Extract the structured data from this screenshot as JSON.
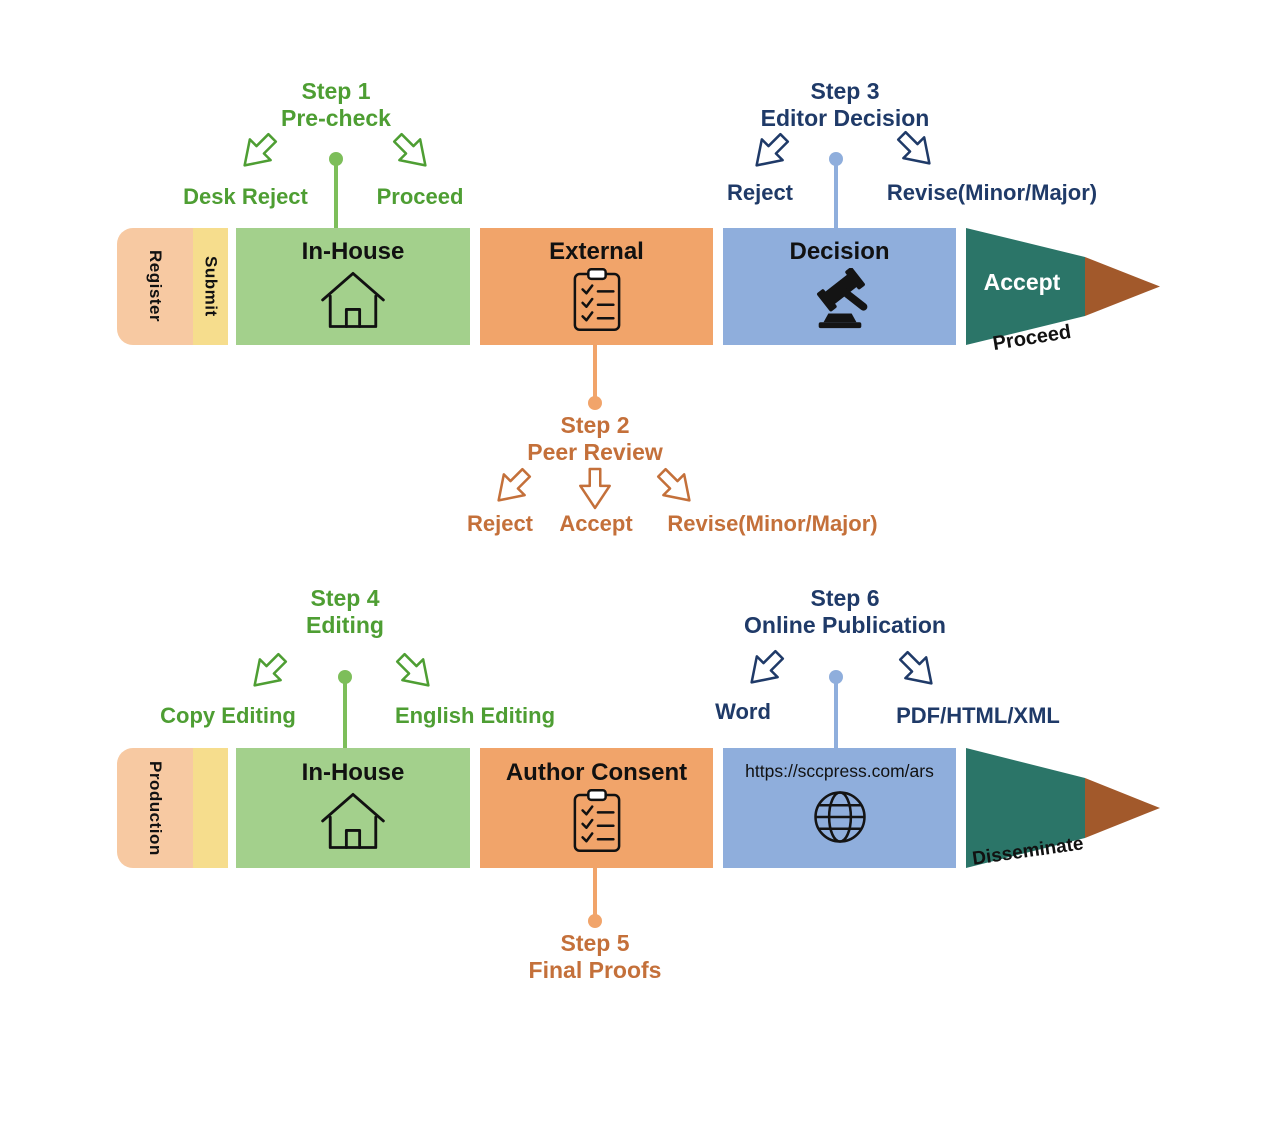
{
  "colors": {
    "peach": "#F7C9A2",
    "yellow": "#F6DD8D",
    "green": "#A3D08C",
    "orange": "#F1A46A",
    "blue": "#8FAEDC",
    "teal": "#2B7568",
    "brown": "#A2592B",
    "green_text": "#4E9E33",
    "navy_text": "#1F3A68",
    "orange_text": "#C4703A",
    "green_line": "#7DBE5A"
  },
  "icons": {
    "house-icon": "house outline",
    "clipboard-checklist-icon": "clipboard with checkmarks",
    "gavel-icon": "gavel",
    "globe-icon": "globe",
    "arrow-down-left-icon": "outlined block arrow pointing down-left",
    "arrow-down-icon": "outlined block arrow pointing down",
    "arrow-down-right-icon": "outlined block arrow pointing down-right"
  },
  "step1": {
    "title": "Step 1",
    "subtitle": "Pre-check",
    "left_option": "Desk Reject",
    "right_option": "Proceed"
  },
  "step2": {
    "title": "Step 2",
    "subtitle": "Peer Review",
    "options": [
      "Reject",
      "Accept",
      "Revise(Minor/Major)"
    ]
  },
  "step3": {
    "title": "Step 3",
    "subtitle": "Editor Decision",
    "left_option": "Reject",
    "right_option": "Revise(Minor/Major)"
  },
  "step4": {
    "title": "Step 4",
    "subtitle": "Editing",
    "left_option": "Copy Editing",
    "right_option": "English Editing"
  },
  "step5": {
    "title": "Step 5",
    "subtitle": "Final Proofs"
  },
  "step6": {
    "title": "Step 6",
    "subtitle": "Online Publication",
    "left_option": "Word",
    "right_option": "PDF/HTML/XML"
  },
  "top_row": {
    "register": "Register",
    "submit": "Submit",
    "in_house": "In-House",
    "external": "External",
    "decision": "Decision",
    "accept": "Accept",
    "proceed": "Proceed"
  },
  "bottom_row": {
    "production": "Production",
    "in_house": "In-House",
    "author_consent": "Author Consent",
    "url": "https://sccpress.com/ars",
    "disseminate": "Disseminate"
  }
}
